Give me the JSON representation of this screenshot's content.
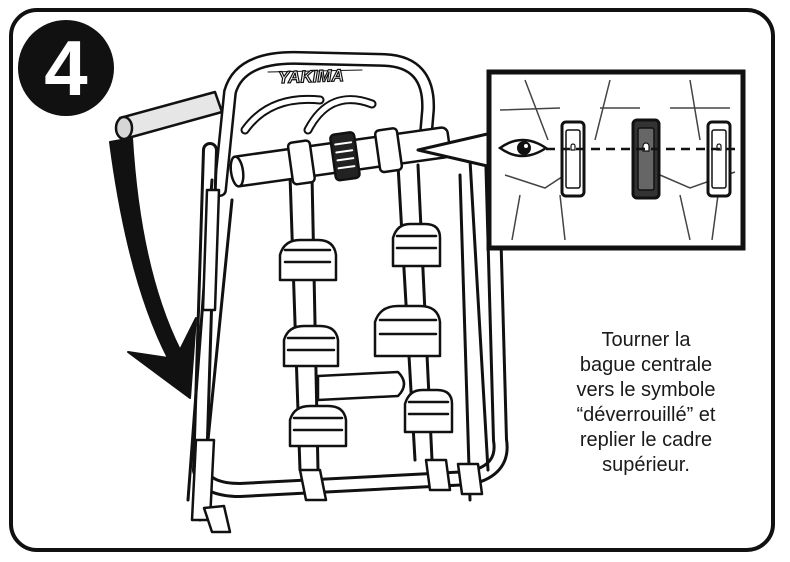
{
  "step": {
    "number": "4"
  },
  "brand": {
    "label": "YAKIMA"
  },
  "instruction": {
    "lines": [
      "Tourner la",
      "bague centrale",
      "vers le symbole",
      "“déverrouillé” et",
      "replier le cadre",
      "supérieur."
    ]
  },
  "colors": {
    "ink": "#111111",
    "background": "#ffffff"
  },
  "icons": [
    "eye-icon",
    "rotation-arrow-icon",
    "lock-ring-icon"
  ]
}
